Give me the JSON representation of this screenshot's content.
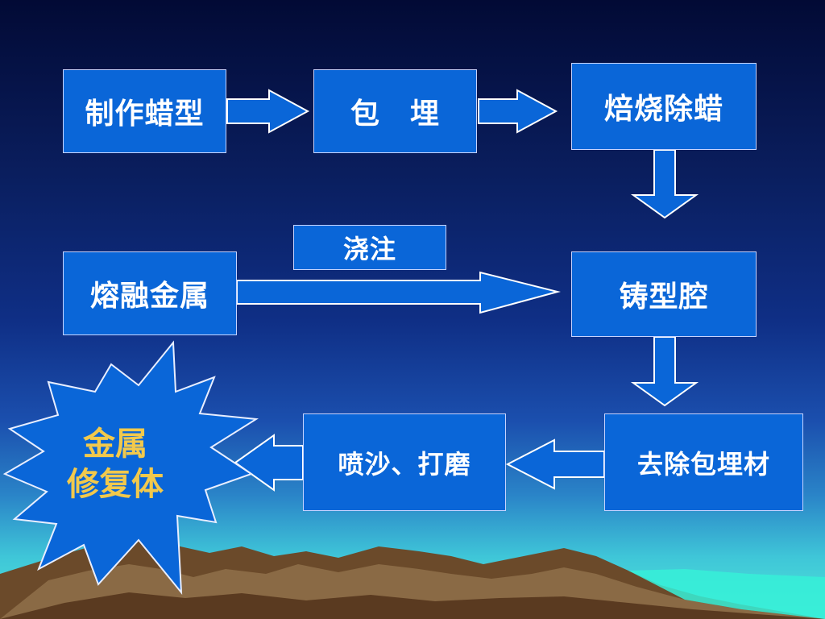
{
  "steps": {
    "make_wax": "制作蜡型",
    "invest": "包　埋",
    "burnout": "焙烧除蜡",
    "melt_metal": "熔融金属",
    "pour": "浇注",
    "mold_cavity": "铸型腔",
    "sandblast_polish": "喷沙、打磨",
    "remove_investment": "去除包埋材"
  },
  "result": {
    "line1": "金属",
    "line2": "修复体"
  },
  "colors": {
    "box_fill": "#0a66d8",
    "box_border": "#c8d4ff",
    "arrow_fill": "#0a66d8",
    "arrow_stroke": "#ffffff",
    "result_text": "#f2c94c"
  }
}
